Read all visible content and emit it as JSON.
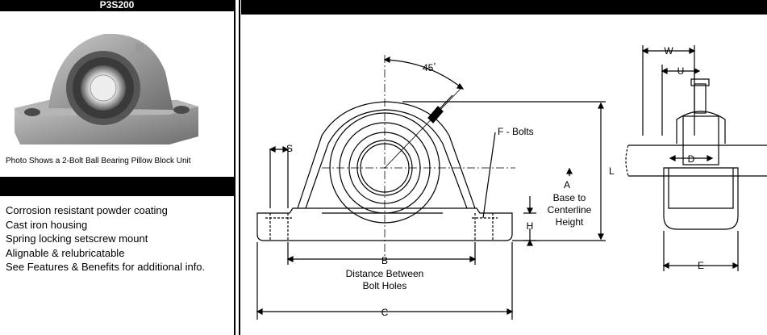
{
  "header": {
    "model": "P3S200"
  },
  "photo": {
    "caption": "Photo Shows a 2-Bolt Ball Bearing Pillow Block Unit"
  },
  "features": [
    "Corrosion resistant powder coating",
    "Cast iron housing",
    "Spring locking setscrew mount",
    "Alignable & relubricatable",
    "See Features & Benefits for additional info."
  ],
  "drawing": {
    "angle": "45",
    "degree": "°",
    "s": "S",
    "f_bolts": "F - Bolts",
    "a": "A",
    "a_desc1": "Base to",
    "a_desc2": "Centerline",
    "a_desc3": "Height",
    "h": "H",
    "l": "L",
    "b": "B",
    "b_desc1": "Distance Between",
    "b_desc2": "Bolt Holes",
    "c": "C",
    "w": "W",
    "u": "U",
    "d": "D",
    "e": "E"
  }
}
